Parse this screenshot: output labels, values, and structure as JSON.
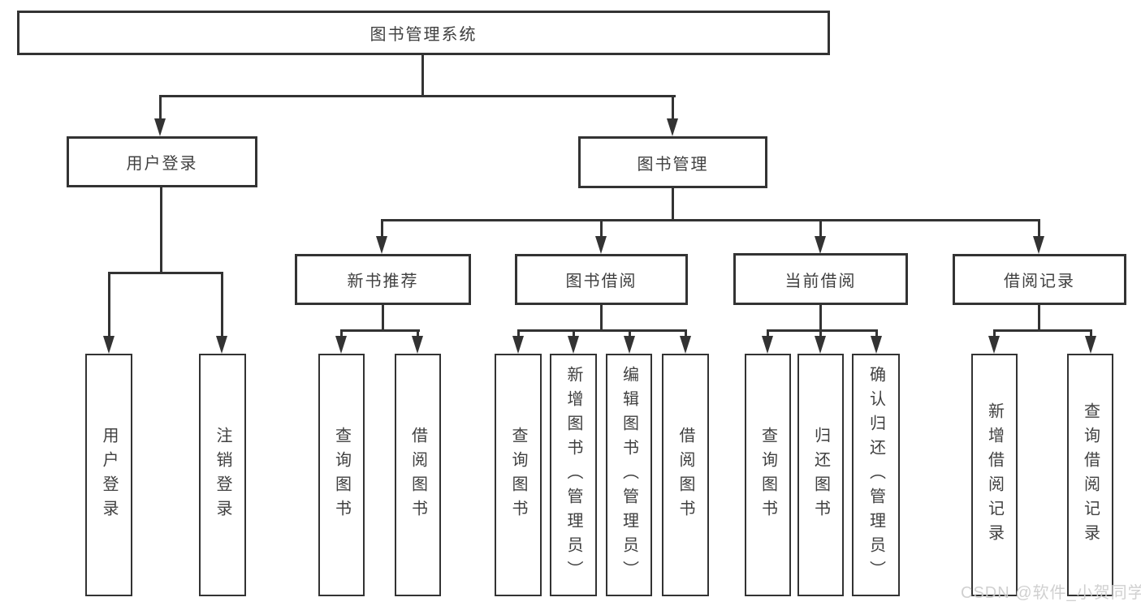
{
  "diagram": {
    "title": "图书管理系统",
    "colors": {
      "line": "#333333",
      "text": "#404040",
      "background": "#ffffff",
      "watermark": "#cdcdcd"
    },
    "root": {
      "label": "图书管理系统"
    },
    "level2": [
      {
        "label": "用户登录"
      },
      {
        "label": "图书管理"
      }
    ],
    "level3": [
      {
        "label": "新书推荐"
      },
      {
        "label": "图书借阅"
      },
      {
        "label": "当前借阅"
      },
      {
        "label": "借阅记录"
      }
    ],
    "leaves": [
      {
        "label": "用户登录"
      },
      {
        "label": "注销登录"
      },
      {
        "label": "查询图书"
      },
      {
        "label": "借阅图书"
      },
      {
        "label": "查询图书"
      },
      {
        "label": "新增图书（管理员）"
      },
      {
        "label": "编辑图书（管理员）"
      },
      {
        "label": "借阅图书"
      },
      {
        "label": "查询图书"
      },
      {
        "label": "归还图书"
      },
      {
        "label": "确认归还（管理员）"
      },
      {
        "label": "新增借阅记录"
      },
      {
        "label": "查询借阅记录"
      }
    ]
  },
  "watermark": {
    "text": "CSDN @软件_小贺同学"
  }
}
